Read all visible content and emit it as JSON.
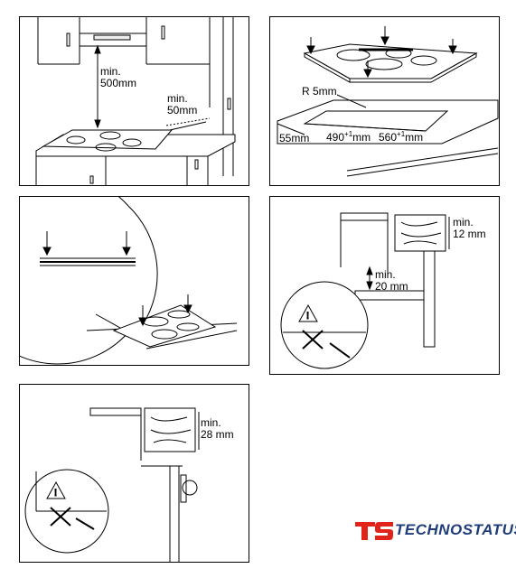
{
  "panels": {
    "p1": {
      "vertical_clearance": "min.\n500mm",
      "side_clearance": "min.\n50mm"
    },
    "p2": {
      "radius": "R 5mm",
      "edge": "55mm",
      "cut_width": "490",
      "cut_width_tol": "+1",
      "cut_depth": "560",
      "cut_depth_tol": "+1",
      "unit": "mm"
    },
    "p4": {
      "top_clearance": "min.\n12 mm",
      "gap_clearance": "min.\n20 mm"
    },
    "p5": {
      "top_clearance": "min.\n28 mm"
    }
  },
  "logo": {
    "text": "TECHNOSTATUS",
    "color": "#e2231a",
    "text_color": "#1f3d7a"
  },
  "colors": {
    "line": "#000000",
    "wood": "#ffffff"
  }
}
